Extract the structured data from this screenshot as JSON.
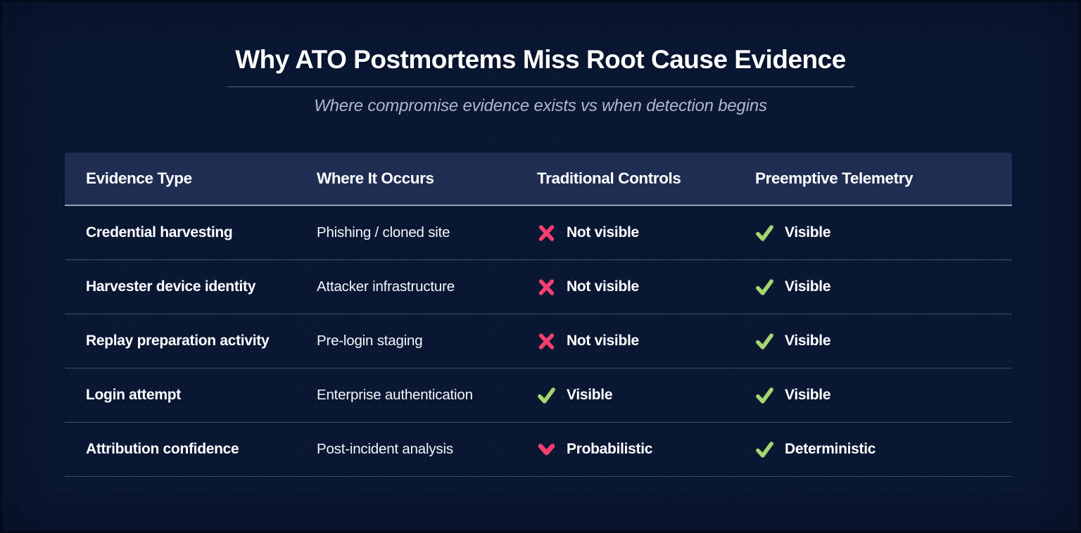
{
  "page": {
    "title": "Why ATO Postmortems Miss Root Cause Evidence",
    "subtitle": "Where compromise evidence exists vs when detection begins"
  },
  "colors": {
    "page_background": "#0a1733",
    "table_header_background": "#1f2d52",
    "negative_accent": "#F43F6E",
    "positive_accent": "#A5D66F",
    "subtitle_text": "#aeb8cc"
  },
  "table": {
    "columns": [
      "Evidence Type",
      "Where It Occurs",
      "Traditional Controls",
      "Preemptive Telemetry"
    ],
    "rows": [
      {
        "evidence_type": "Credential harvesting",
        "where_it_occurs": "Phishing / cloned site",
        "traditional_controls": {
          "icon": "cross-icon",
          "label": "Not visible"
        },
        "preemptive_telemetry": {
          "icon": "check-icon",
          "label": "Visible"
        }
      },
      {
        "evidence_type": "Harvester device identity",
        "where_it_occurs": "Attacker infrastructure",
        "traditional_controls": {
          "icon": "cross-icon",
          "label": "Not visible"
        },
        "preemptive_telemetry": {
          "icon": "check-icon",
          "label": "Visible"
        }
      },
      {
        "evidence_type": "Replay preparation activity",
        "where_it_occurs": "Pre-login staging",
        "traditional_controls": {
          "icon": "cross-icon",
          "label": "Not visible"
        },
        "preemptive_telemetry": {
          "icon": "check-icon",
          "label": "Visible"
        }
      },
      {
        "evidence_type": "Login attempt",
        "where_it_occurs": "Enterprise authentication",
        "traditional_controls": {
          "icon": "check-icon",
          "label": "Visible"
        },
        "preemptive_telemetry": {
          "icon": "check-icon",
          "label": "Visible"
        }
      },
      {
        "evidence_type": "Attribution confidence",
        "where_it_occurs": "Post-incident analysis",
        "traditional_controls": {
          "icon": "chevron-down-icon",
          "label": "Probabilistic"
        },
        "preemptive_telemetry": {
          "icon": "check-icon",
          "label": "Deterministic"
        }
      }
    ]
  },
  "chart_data": {
    "type": "table",
    "title": "Why ATO Postmortems Miss Root Cause Evidence",
    "subtitle": "Where compromise evidence exists vs when detection begins",
    "columns": [
      "Evidence Type",
      "Where It Occurs",
      "Traditional Controls",
      "Preemptive Telemetry"
    ],
    "rows": [
      [
        "Credential harvesting",
        "Phishing / cloned site",
        "Not visible",
        "Visible"
      ],
      [
        "Harvester device identity",
        "Attacker infrastructure",
        "Not visible",
        "Visible"
      ],
      [
        "Replay preparation activity",
        "Pre-login staging",
        "Not visible",
        "Visible"
      ],
      [
        "Login attempt",
        "Enterprise authentication",
        "Visible",
        "Visible"
      ],
      [
        "Attribution confidence",
        "Post-incident analysis",
        "Probabilistic",
        "Deterministic"
      ]
    ]
  }
}
